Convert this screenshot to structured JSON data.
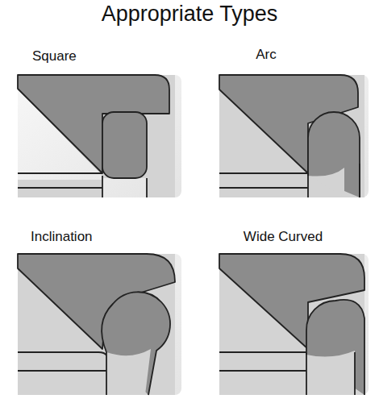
{
  "diagram": {
    "title": "Appropriate Types",
    "labels": [
      "Square",
      "Arc",
      "Inclination",
      "Wide Curved"
    ]
  }
}
